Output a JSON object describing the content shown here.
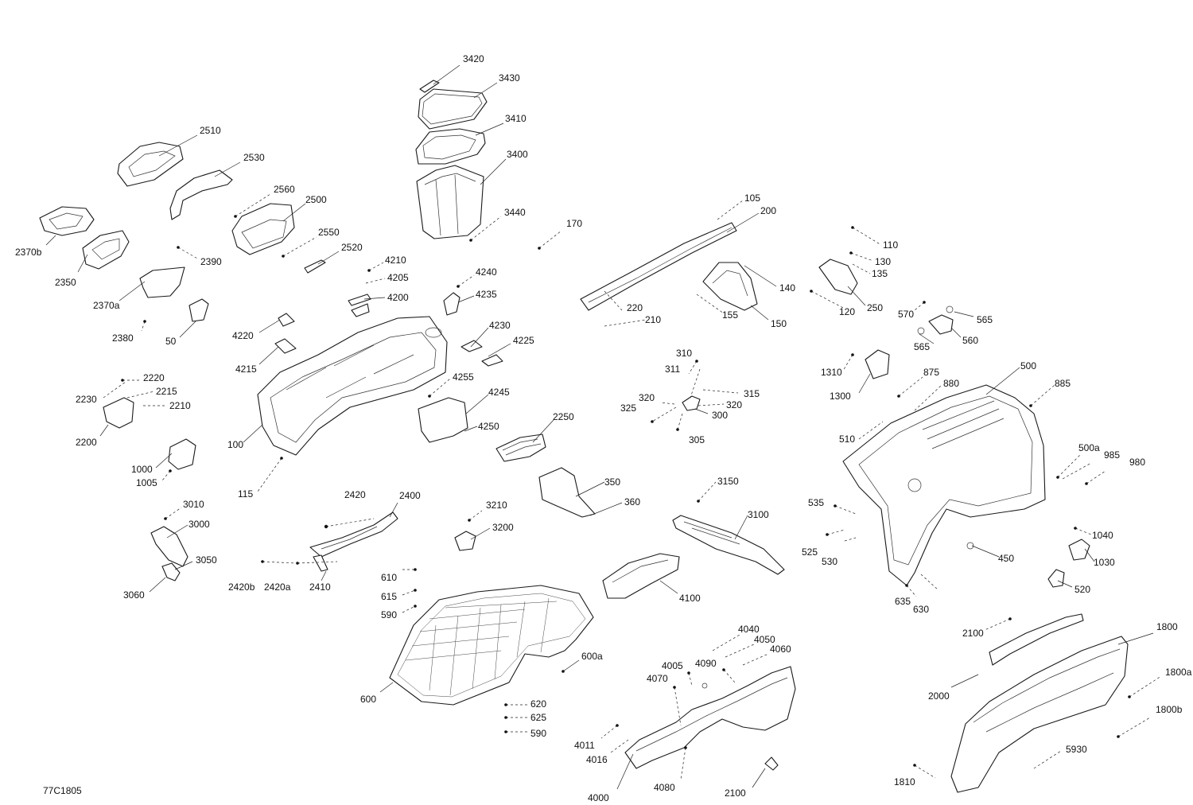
{
  "figure_code": "77C1805",
  "callouts": [
    "3420",
    "3430",
    "3410",
    "3400",
    "3440",
    "170",
    "2510",
    "2530",
    "2560",
    "2500",
    "2550",
    "2520",
    "2390",
    "2370b",
    "2350",
    "2370a",
    "2380",
    "50",
    "4210",
    "4205",
    "4200",
    "4240",
    "4235",
    "4230",
    "4225",
    "4220",
    "4215",
    "4255",
    "4245",
    "4250",
    "2250",
    "2220",
    "2230",
    "2215",
    "2210",
    "2200",
    "1000",
    "1005",
    "100",
    "115",
    "105",
    "200",
    "140",
    "155",
    "150",
    "220",
    "210",
    "110",
    "130",
    "135",
    "120",
    "250",
    "570",
    "565",
    "560",
    "565",
    "1310",
    "1300",
    "875",
    "880",
    "500",
    "885",
    "510",
    "310",
    "311",
    "315",
    "320",
    "320",
    "325",
    "300",
    "305",
    "500a",
    "985",
    "980",
    "535",
    "525",
    "530",
    "450",
    "635",
    "630",
    "1040",
    "1030",
    "520",
    "3010",
    "3000",
    "3050",
    "3060",
    "2420",
    "2400",
    "2420b",
    "2420a",
    "2410",
    "3210",
    "3200",
    "350",
    "360",
    "3150",
    "3100",
    "610",
    "615",
    "590",
    "600a",
    "600",
    "620",
    "625",
    "590",
    "4100",
    "4040",
    "4050",
    "4060",
    "4005",
    "4090",
    "4070",
    "4011",
    "4016",
    "4000",
    "4080",
    "2100",
    "2100",
    "1800",
    "1800a",
    "1800b",
    "2000",
    "5930",
    "1810"
  ]
}
